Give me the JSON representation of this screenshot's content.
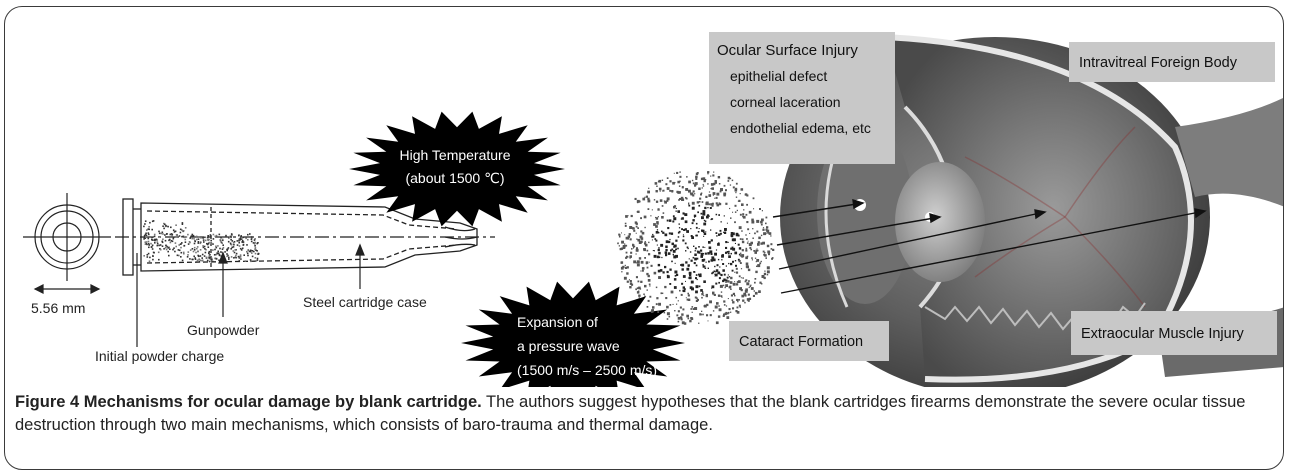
{
  "figure": {
    "caption_bold": "Figure 4 Mechanisms for ocular damage by blank cartridge.",
    "caption_text": " The authors suggest hypotheses that the blank cartridges firearms demonstrate the severe ocular tissue destruction through two main mechanisms, which consists of baro-trauma and thermal damage."
  },
  "cartridge": {
    "dimension_label": "5.56 mm",
    "initial_charge_label": "Initial powder charge",
    "gunpowder_label": "Gunpowder",
    "case_label": "Steel cartridge case"
  },
  "bursts": {
    "temperature": {
      "line1": "High Temperature",
      "line2": "(about 1500 ℃)"
    },
    "pressure": {
      "line1": "Expansion of",
      "line2": "a pressure wave",
      "line3": "(1500 m/s – 2500 m/s)"
    }
  },
  "eye_labels": {
    "ocular_surface": {
      "title": "Ocular Surface Injury",
      "items": [
        "epithelial defect",
        "corneal laceration",
        "endothelial edema, etc"
      ]
    },
    "intravitreal": "Intravitreal Foreign Body",
    "cataract": "Cataract Formation",
    "extraocular": "Extraocular Muscle Injury"
  },
  "colors": {
    "label_box": "#c8c8c8",
    "burst": "#000000",
    "frame": "#3a3a3a"
  }
}
